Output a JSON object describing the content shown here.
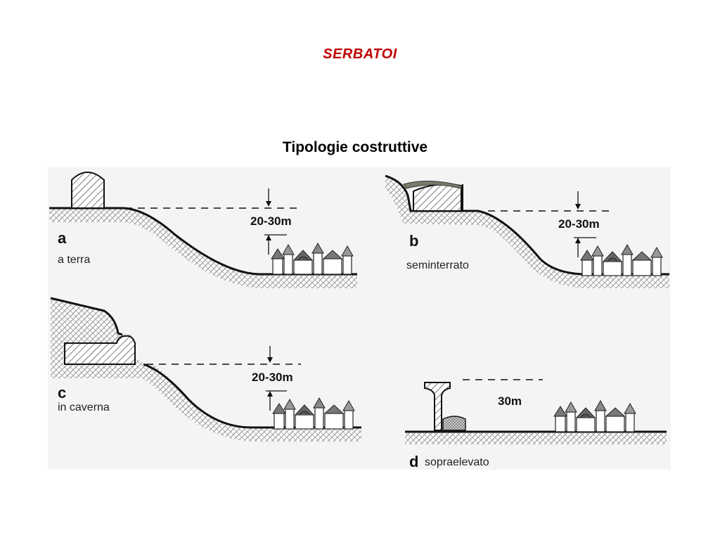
{
  "page": {
    "title": "SERBATOI",
    "subtitle": "Tipologie costruttive",
    "title_color": "#c00000"
  },
  "panels": [
    {
      "letter": "a",
      "name": "a terra",
      "height": "20-30m"
    },
    {
      "letter": "b",
      "name": "seminterrato",
      "height": "20-30m"
    },
    {
      "letter": "c",
      "name": "in caverna",
      "height": "20-30m"
    },
    {
      "letter": "d",
      "name": "sopraelevato",
      "height": "30m"
    }
  ],
  "colors": {
    "diagram_bg": "#f2f2f2",
    "ground_line": "#111111",
    "hatch": "#8a8a8a",
    "tank_fill": "#ffffff"
  }
}
